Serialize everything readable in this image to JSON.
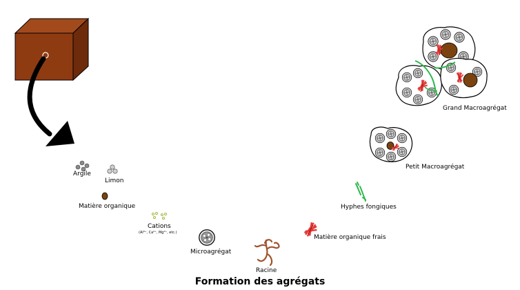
{
  "title": "Formation des agrégats",
  "labels": {
    "argile": "Argile",
    "limon": "Limon",
    "matiere_organique": "Matière organique",
    "cations": "Cations",
    "cations_detail": "(Al³⁺, Ca²⁺, Mg²⁺, etc.)",
    "microagregat": "Microagrégat",
    "racine": "Racine",
    "matiere_organique_frais": "Matière organique frais",
    "hyphes_fongiques": "Hyphes fongiques",
    "petit_macroagregat": "Petit Macroagrégat",
    "grand_macroagregat": "Grand Macroagrégat"
  },
  "colors": {
    "soil_front": "#8e3b12",
    "soil_top": "#a24a1c",
    "soil_side": "#6d2b0b",
    "organic_matter": "#7a4310",
    "root": "#a0522d",
    "fresh_organic": "#e53935",
    "hyphae": "#2db84a",
    "clay": "#8a8a8a",
    "silt": "#d0d0d0",
    "cation": "#a0b040"
  }
}
